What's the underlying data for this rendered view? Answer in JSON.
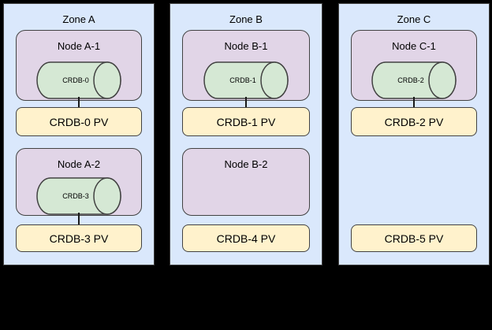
{
  "canvas": {
    "background": "#000000"
  },
  "colors": {
    "zone_fill": "#dae8fc",
    "node_fill": "#e1d5e7",
    "cylinder_fill": "#d5e8d4",
    "pv_fill": "#fff2cc",
    "border": "#424242",
    "text": "#000000"
  },
  "zones": [
    {
      "label": "Zone A",
      "rows": [
        {
          "node": {
            "label": "Node A-1",
            "cylinder": "CRDB-0"
          },
          "pv": "CRDB-0 PV",
          "connected": true
        },
        {
          "node": {
            "label": "Node A-2",
            "cylinder": "CRDB-3"
          },
          "pv": "CRDB-3 PV",
          "connected": true
        }
      ]
    },
    {
      "label": "Zone B",
      "rows": [
        {
          "node": {
            "label": "Node B-1",
            "cylinder": "CRDB-1"
          },
          "pv": "CRDB-1 PV",
          "connected": true
        },
        {
          "node": {
            "label": "Node B-2",
            "cylinder": null
          },
          "pv": "CRDB-4 PV",
          "connected": false
        }
      ]
    },
    {
      "label": "Zone C",
      "rows": [
        {
          "node": {
            "label": "Node C-1",
            "cylinder": "CRDB-2"
          },
          "pv": "CRDB-2 PV",
          "connected": true
        },
        {
          "node": null,
          "pv": "CRDB-5 PV",
          "connected": false
        }
      ]
    }
  ]
}
